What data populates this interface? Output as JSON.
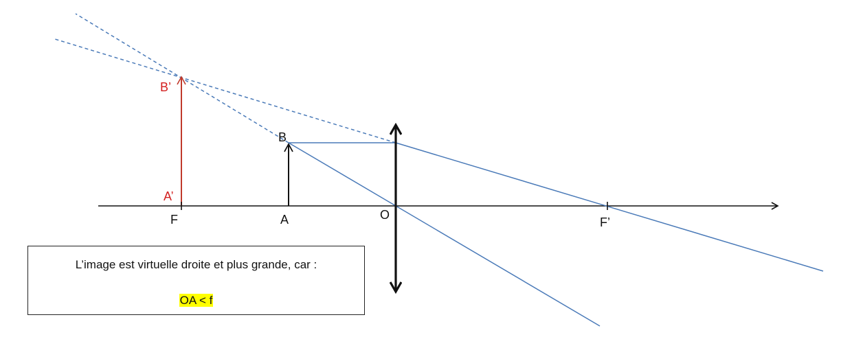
{
  "points": {
    "B_prime": "B’",
    "A_prime": "A’",
    "F": "F",
    "B": "B",
    "A": "A",
    "O": "O",
    "F_prime": "F’"
  },
  "conclusion": {
    "statement": "L’image est virtuelle droite et plus grande, car :",
    "condition": "OA < f"
  },
  "colors": {
    "ray": "#4a7ab8",
    "image_arrow": "#c0392b",
    "image_label": "#d32020",
    "axis": "#111111",
    "highlight": "#ffff00"
  }
}
